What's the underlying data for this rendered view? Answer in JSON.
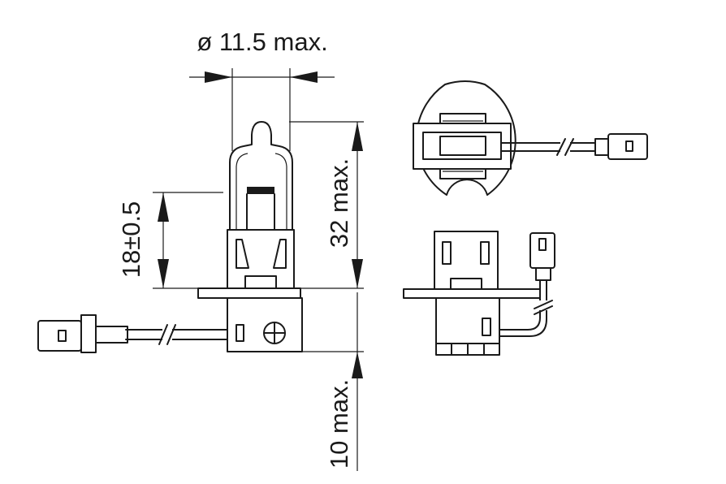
{
  "dimensions": {
    "diameter": "ø 11.5 max.",
    "height": "32 max.",
    "focal": "18±0.5",
    "bottom": "10 max."
  }
}
